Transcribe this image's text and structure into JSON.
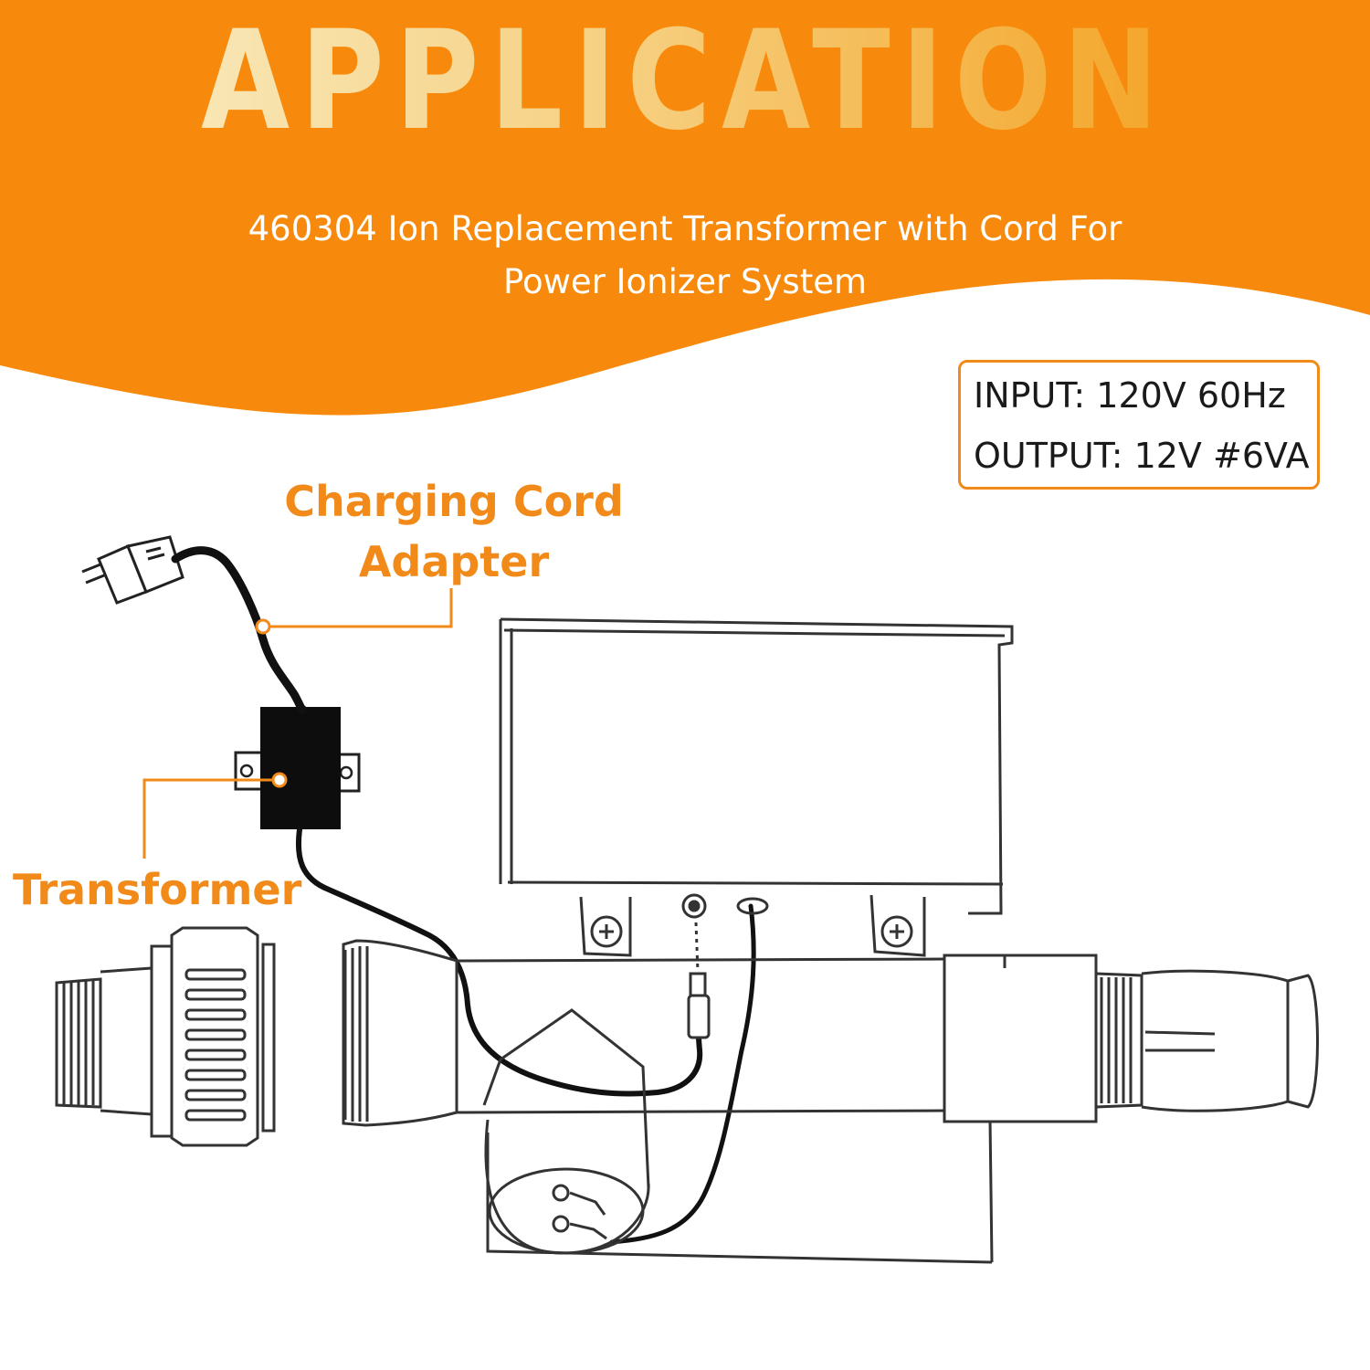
{
  "header": {
    "title": "APPLICATION",
    "subtitle_line1": "460304 Ion Replacement Transformer with Cord For",
    "subtitle_line2": "Power Ionizer System"
  },
  "specs": {
    "input": "INPUT: 120V 60Hz",
    "output": "OUTPUT: 12V #6VA"
  },
  "callouts": {
    "cord_line1": "Charging Cord",
    "cord_line2": "Adapter",
    "transformer": "Transformer"
  },
  "colors": {
    "accent": "#f18a19",
    "banner": "#f78a0c",
    "title_light": "#f7dfa6",
    "title_mid": "#f6bc55"
  },
  "icons": [
    "plug-icon",
    "transformer-icon",
    "ionizer-unit-icon",
    "union-fitting-icon",
    "barb-fitting-icon"
  ]
}
